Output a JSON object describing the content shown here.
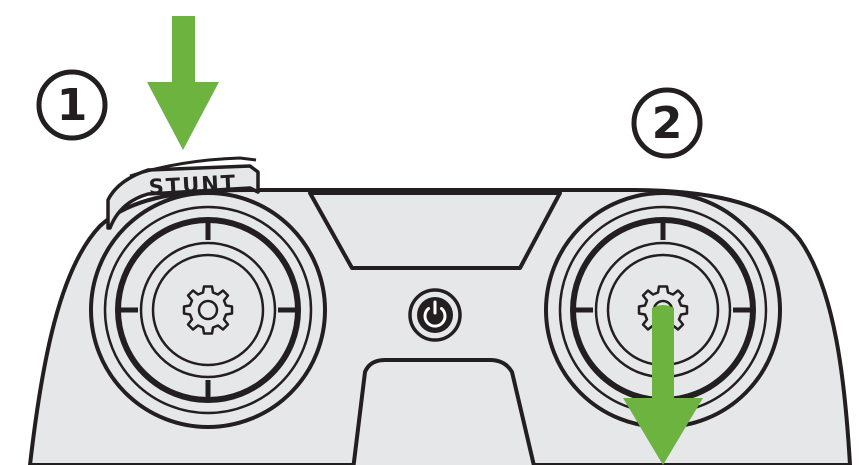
{
  "labels": {
    "step_one": "1",
    "step_two": "2",
    "stunt_button": "STUNT"
  },
  "colors": {
    "arrow": "#6DB33F",
    "body": "#E6E7E8",
    "outline": "#231F20",
    "background": "#FFFFFF"
  },
  "icons": {
    "left_stick": "gear-icon",
    "right_stick": "gear-icon",
    "power": "power-icon",
    "arrows": [
      "arrow-down-icon",
      "arrow-down-icon"
    ]
  }
}
